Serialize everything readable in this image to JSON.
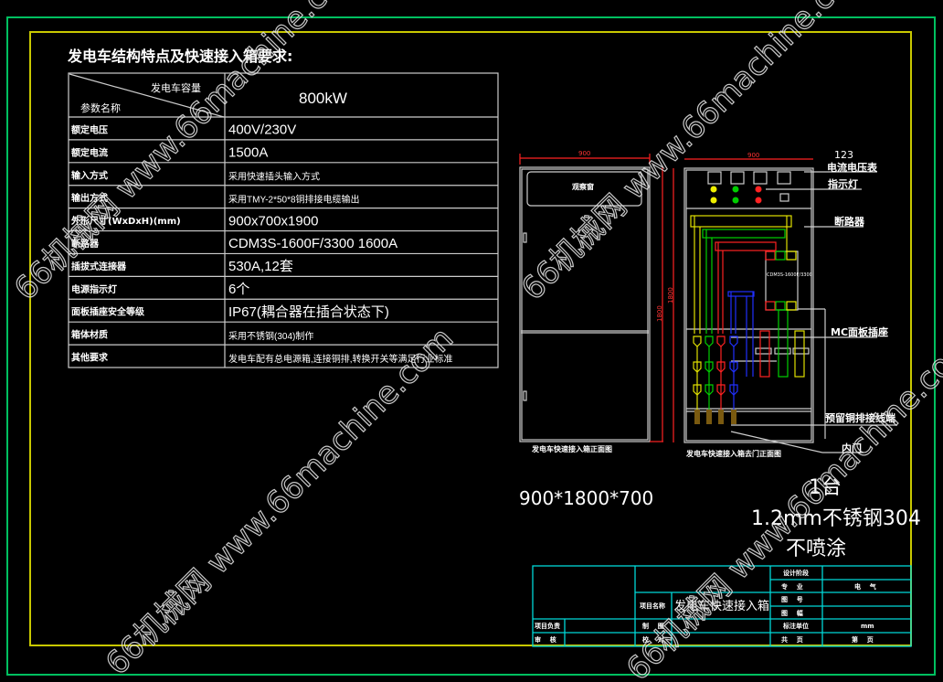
{
  "title": "发电车结构特点及快速接入箱要求:",
  "spec_table": {
    "header_top": "发电车容量",
    "header_bottom": "参数名称",
    "header_value": "800kW",
    "rows": [
      {
        "label": "额定电压",
        "value": "400V/230V"
      },
      {
        "label": "额定电流",
        "value": "1500A"
      },
      {
        "label": "输入方式",
        "value": "采用快速插头输入方式"
      },
      {
        "label": "输出方式",
        "value": "采用TMY-2*50*8铜排接电缆输出"
      },
      {
        "label": "外形尺寸(WxDxH)(mm)",
        "value": "900x700x1900"
      },
      {
        "label": "断路器",
        "value": "CDM3S-1600F/3300 1600A"
      },
      {
        "label": "插拔式连接器",
        "value": "530A,12套"
      },
      {
        "label": "电源指示灯",
        "value": "6个"
      },
      {
        "label": "面板插座安全等级",
        "value": "IP67(耦合器在插合状态下)"
      },
      {
        "label": "箱体材质",
        "value": "采用不锈钢(304)制作"
      },
      {
        "label": "其他要求",
        "value": "发电车配有总电源箱,连接铜排,转换开关等满足行业标准"
      }
    ]
  },
  "front_view": {
    "width_dim": "900",
    "height_dim": "1800",
    "window_label": "观察窗",
    "caption": "发电车快速接入箱正面图"
  },
  "inner_view": {
    "width_dim": "900",
    "height_dim": "1800",
    "breaker_text": "CDM3S-1600F/3300",
    "caption": "发电车快速接入箱去门正面图",
    "callouts": {
      "meter_num": "123",
      "meter": "电流电压表",
      "lamp": "指示灯",
      "breaker": "断路器",
      "socket": "MC面板插座",
      "terminal": "预留铜排接线端",
      "inner_door": "内门"
    }
  },
  "notes": {
    "size": "900*1800*700",
    "qty": "1台",
    "material": "1.2mm不锈钢304",
    "finish": "不喷涂"
  },
  "title_block": {
    "project_name_label": "项目名称",
    "project_name": "发电车快速接入箱",
    "design_stage_label": "设计阶段",
    "discipline_label": "专    业",
    "discipline": "电    气",
    "drawing_no_label": "图    号",
    "scale_label": "图    幅",
    "unit_label": "标注单位",
    "unit": "mm",
    "project_lead_label": "项目负责",
    "review_label": "审    核",
    "draw_label": "制    图",
    "check_label": "校    对",
    "total_pages_label": "共    页",
    "page_label": "第    页"
  },
  "watermark": "66机械网 www.66machine.com",
  "colors": {
    "frame_outer": "#00c060",
    "frame_inner": "#c8c800",
    "title_block": "#00d8d8",
    "dim": "#ff2020"
  }
}
